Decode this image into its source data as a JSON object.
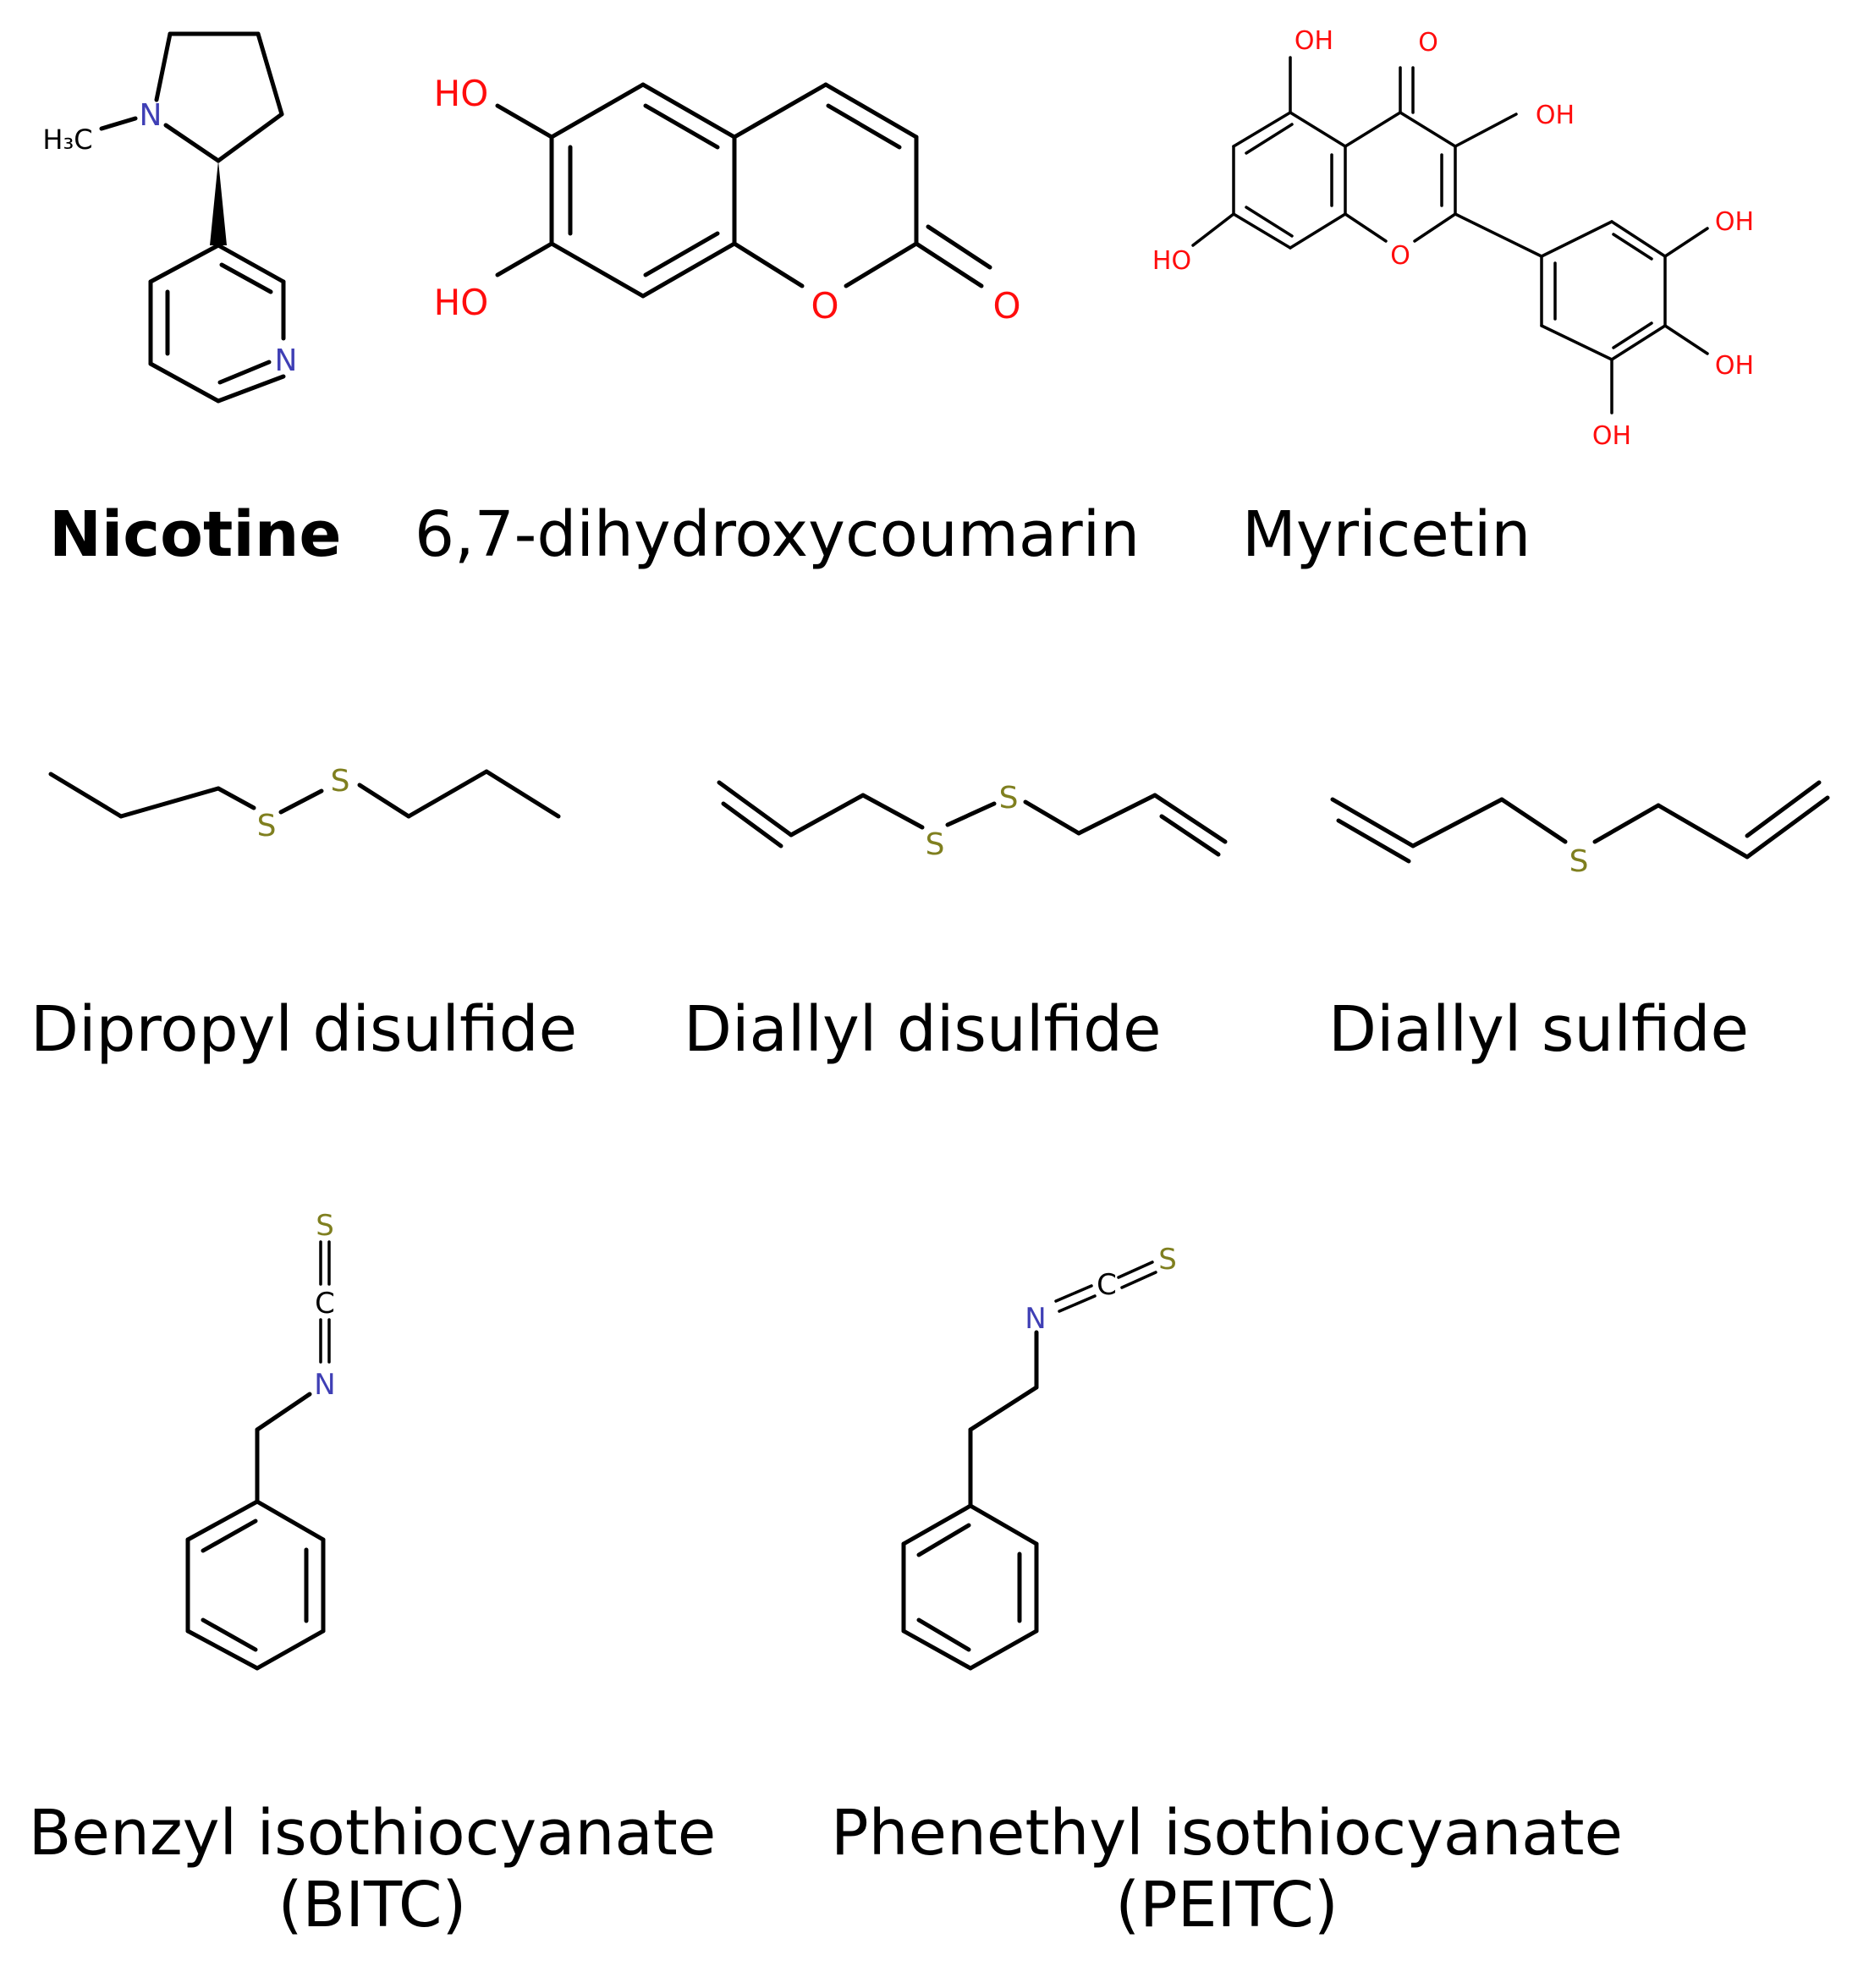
{
  "colors": {
    "bond": "#000000",
    "oxygen": "#ff0d0d",
    "nitrogen": "#3f3fb5",
    "sulfur": "#7f7f1f"
  },
  "compounds": [
    {
      "name": "Nicotine",
      "atoms": {
        "n1": "N",
        "n2": "N",
        "ch3": "H₃C"
      }
    },
    {
      "name": "6,7-dihydroxycoumarin",
      "atoms": {
        "ho1": "HO",
        "ho2": "HO",
        "o_ring": "O",
        "o_keto": "O"
      }
    },
    {
      "name": "Myricetin",
      "atoms": {
        "oh_top": "OH",
        "o_keto": "O",
        "oh_c3": "OH",
        "ho_left": "HO",
        "o_ring": "O",
        "oh_r1": "OH",
        "oh_r2": "OH",
        "oh_bottom": "OH"
      }
    },
    {
      "name": "Dipropyl disulfide",
      "atoms": {
        "s1": "S",
        "s2": "S"
      }
    },
    {
      "name": "Diallyl disulfide",
      "atoms": {
        "s1": "S",
        "s2": "S"
      }
    },
    {
      "name": "Diallyl sulfide",
      "atoms": {
        "s1": "S"
      }
    },
    {
      "name_line1": "Benzyl isothiocyanate",
      "name_line2": "(BITC)",
      "atoms": {
        "s": "S",
        "c": "C",
        "n": "N"
      }
    },
    {
      "name_line1": "Phenethyl isothiocyanate",
      "name_line2": "(PEITC)",
      "atoms": {
        "n": "N",
        "c": "C",
        "s": "S"
      }
    }
  ]
}
